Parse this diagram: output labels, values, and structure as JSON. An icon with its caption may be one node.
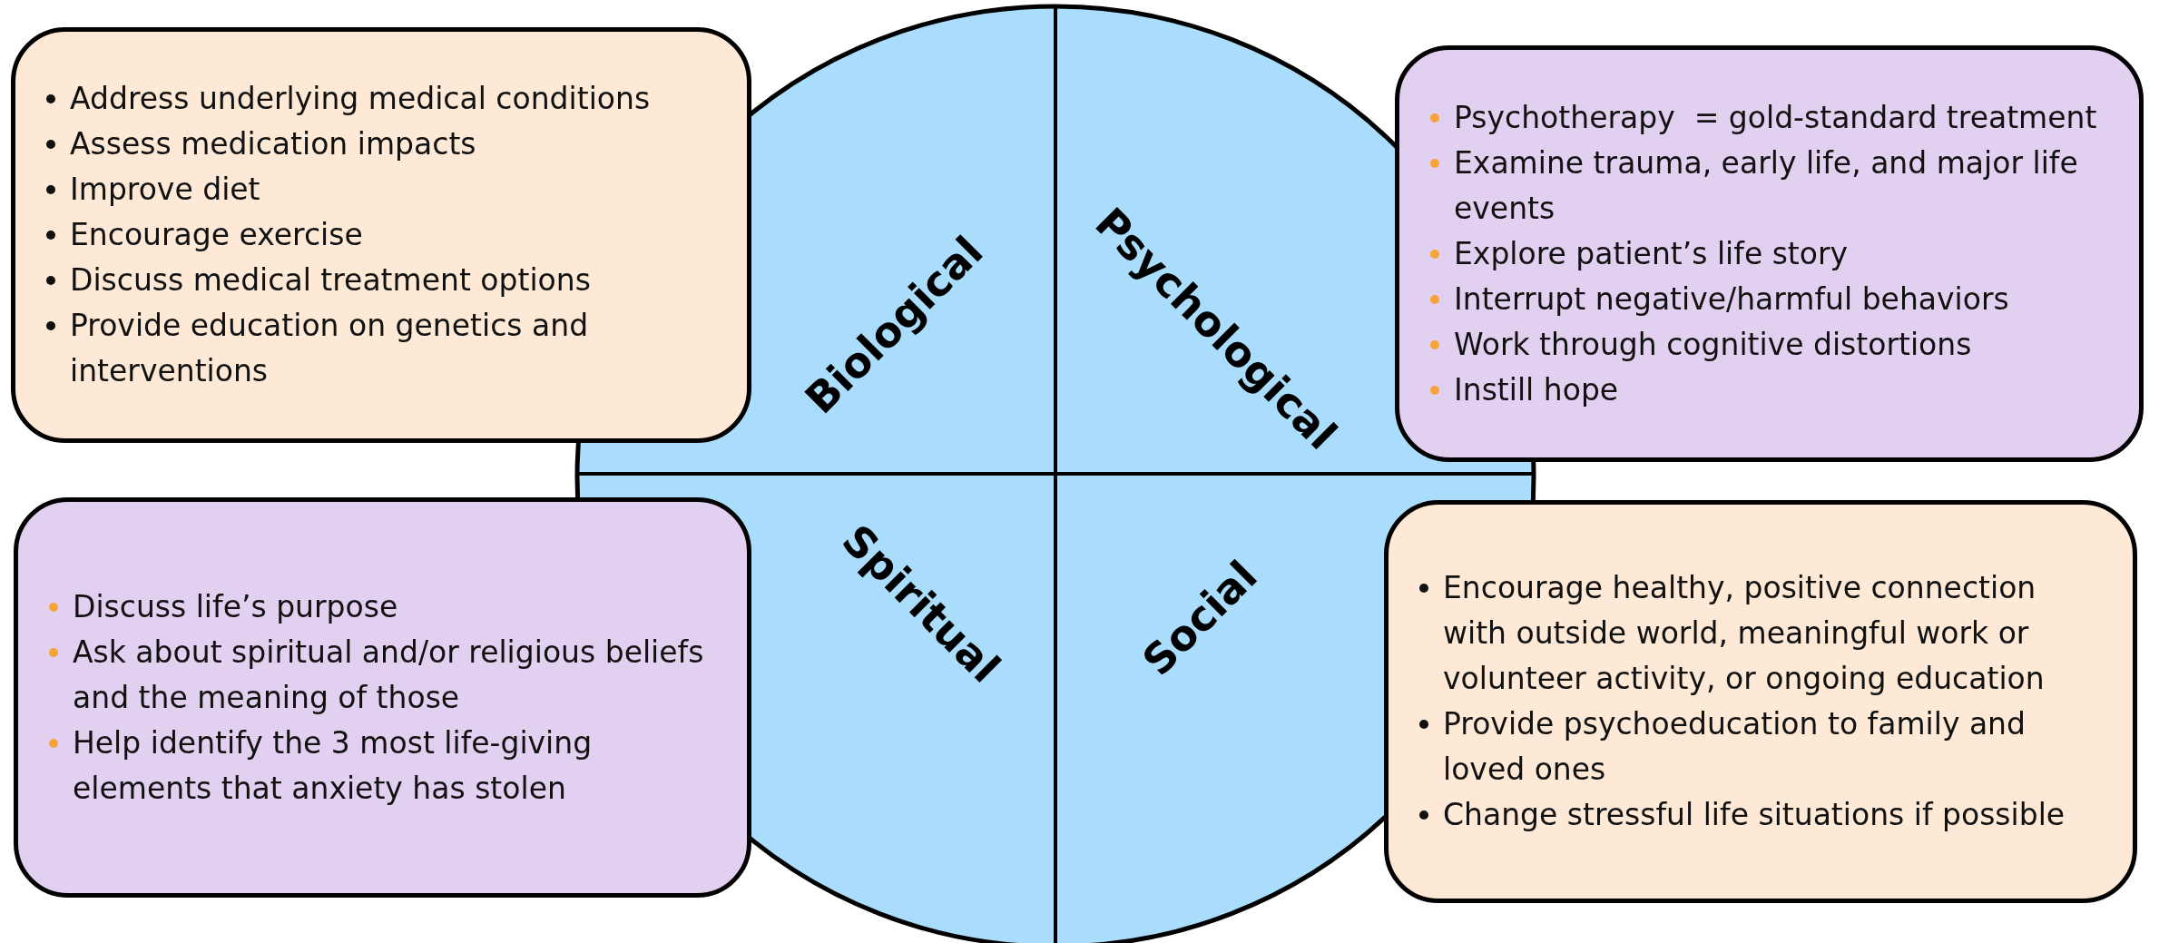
{
  "diagram": {
    "nodes": [
      {
        "text": [
          "Biological",
          "Psychological",
          "Spiritual",
          "Social"
        ]
      },
      {
        "text": [
          "Address underlying medical conditions",
          "Assess medication impacts",
          "Improve diet",
          "Encourage exercise",
          "Discuss medical treatment options",
          "Provide education on genetics and interventions"
        ]
      },
      {
        "text": [
          "Psychotherapy  = gold-standard treatment",
          "Examine trauma, early life, and major life events",
          "Explore patient’s life story",
          "Interrupt negative/harmful behaviors",
          "Work through cognitive distortions",
          "Instill hope"
        ]
      },
      {
        "text": [
          "Discuss life’s purpose",
          "Ask about spiritual and/or religious beliefs and the meaning of those",
          "Help identify the 3 most life-giving elements that anxiety has stolen"
        ]
      },
      {
        "text": [
          "Encourage healthy, positive connection with outside world, meaningful work or volunteer activity, or ongoing education",
          "Provide psychoeducation to family and loved ones",
          "Change stressful life situations if possible"
        ]
      }
    ]
  }
}
